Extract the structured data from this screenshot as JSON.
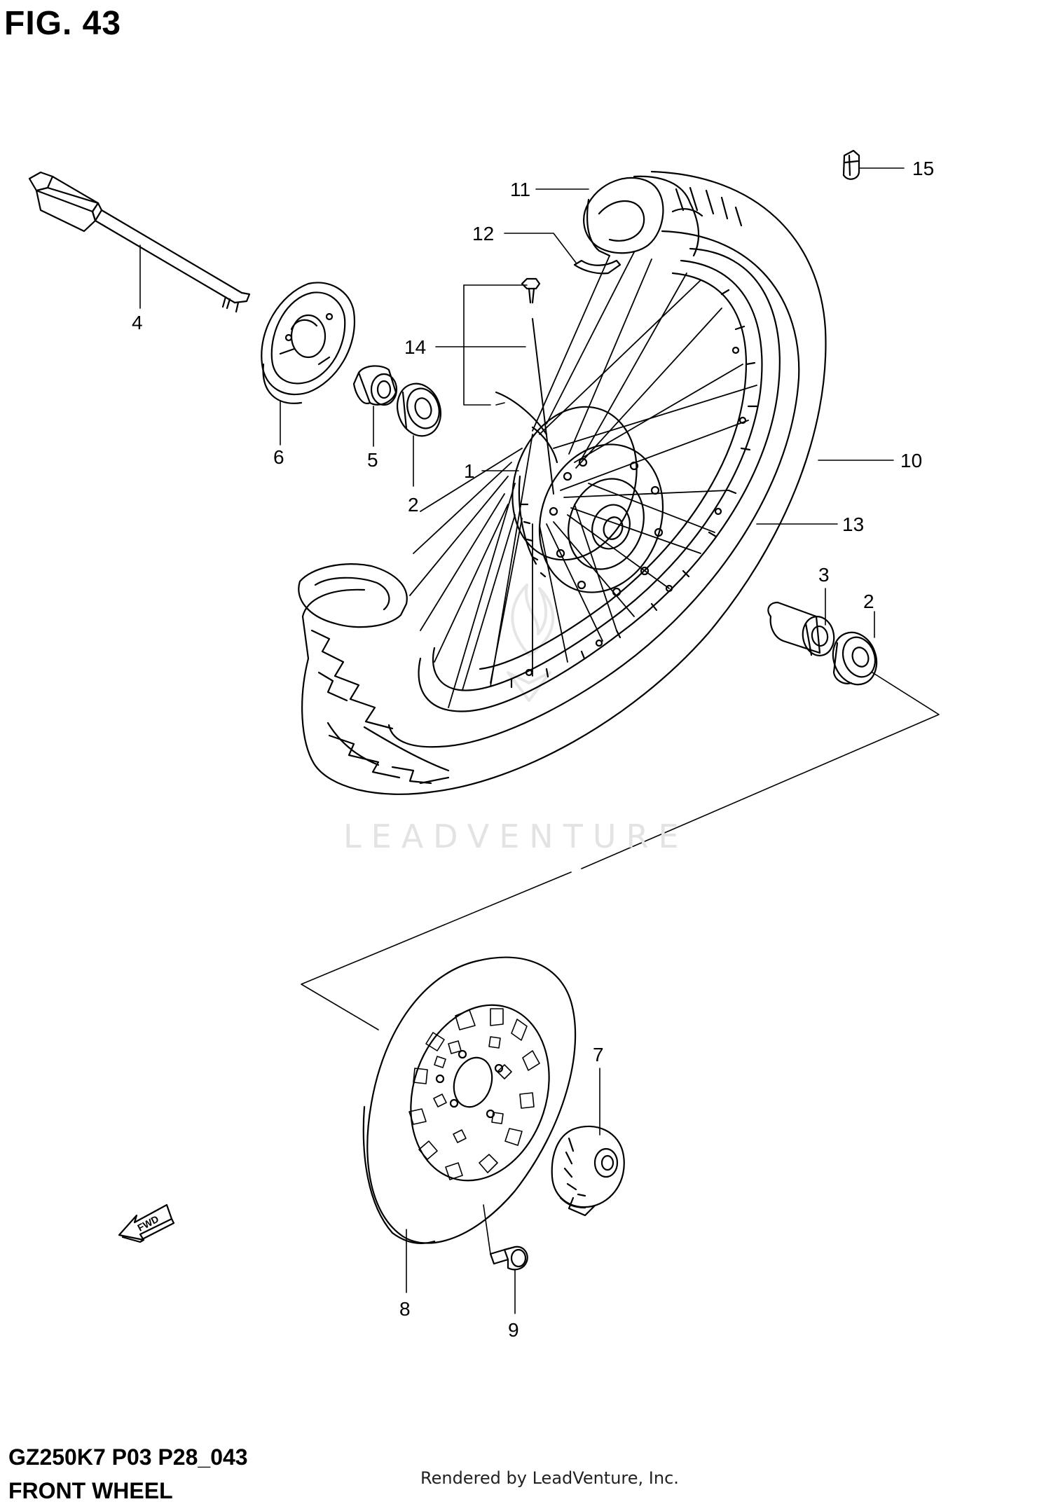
{
  "figure": {
    "title": "FIG. 43"
  },
  "footer": {
    "model_code": "GZ250K7 P03 P28_043",
    "section_title": "FRONT WHEEL",
    "render_credit": "Rendered by LeadVenture, Inc."
  },
  "watermark": {
    "text": "LEADVENTURE"
  },
  "fwd_label": "FWD",
  "callouts": [
    {
      "id": "c1",
      "label": "1"
    },
    {
      "id": "c2a",
      "label": "2"
    },
    {
      "id": "c2b",
      "label": "2"
    },
    {
      "id": "c3",
      "label": "3"
    },
    {
      "id": "c4",
      "label": "4"
    },
    {
      "id": "c5",
      "label": "5"
    },
    {
      "id": "c6",
      "label": "6"
    },
    {
      "id": "c7",
      "label": "7"
    },
    {
      "id": "c8",
      "label": "8"
    },
    {
      "id": "c9",
      "label": "9"
    },
    {
      "id": "c10",
      "label": "10"
    },
    {
      "id": "c11",
      "label": "11"
    },
    {
      "id": "c12",
      "label": "12"
    },
    {
      "id": "c13",
      "label": "13"
    },
    {
      "id": "c14",
      "label": "14"
    },
    {
      "id": "c15",
      "label": "15"
    }
  ]
}
